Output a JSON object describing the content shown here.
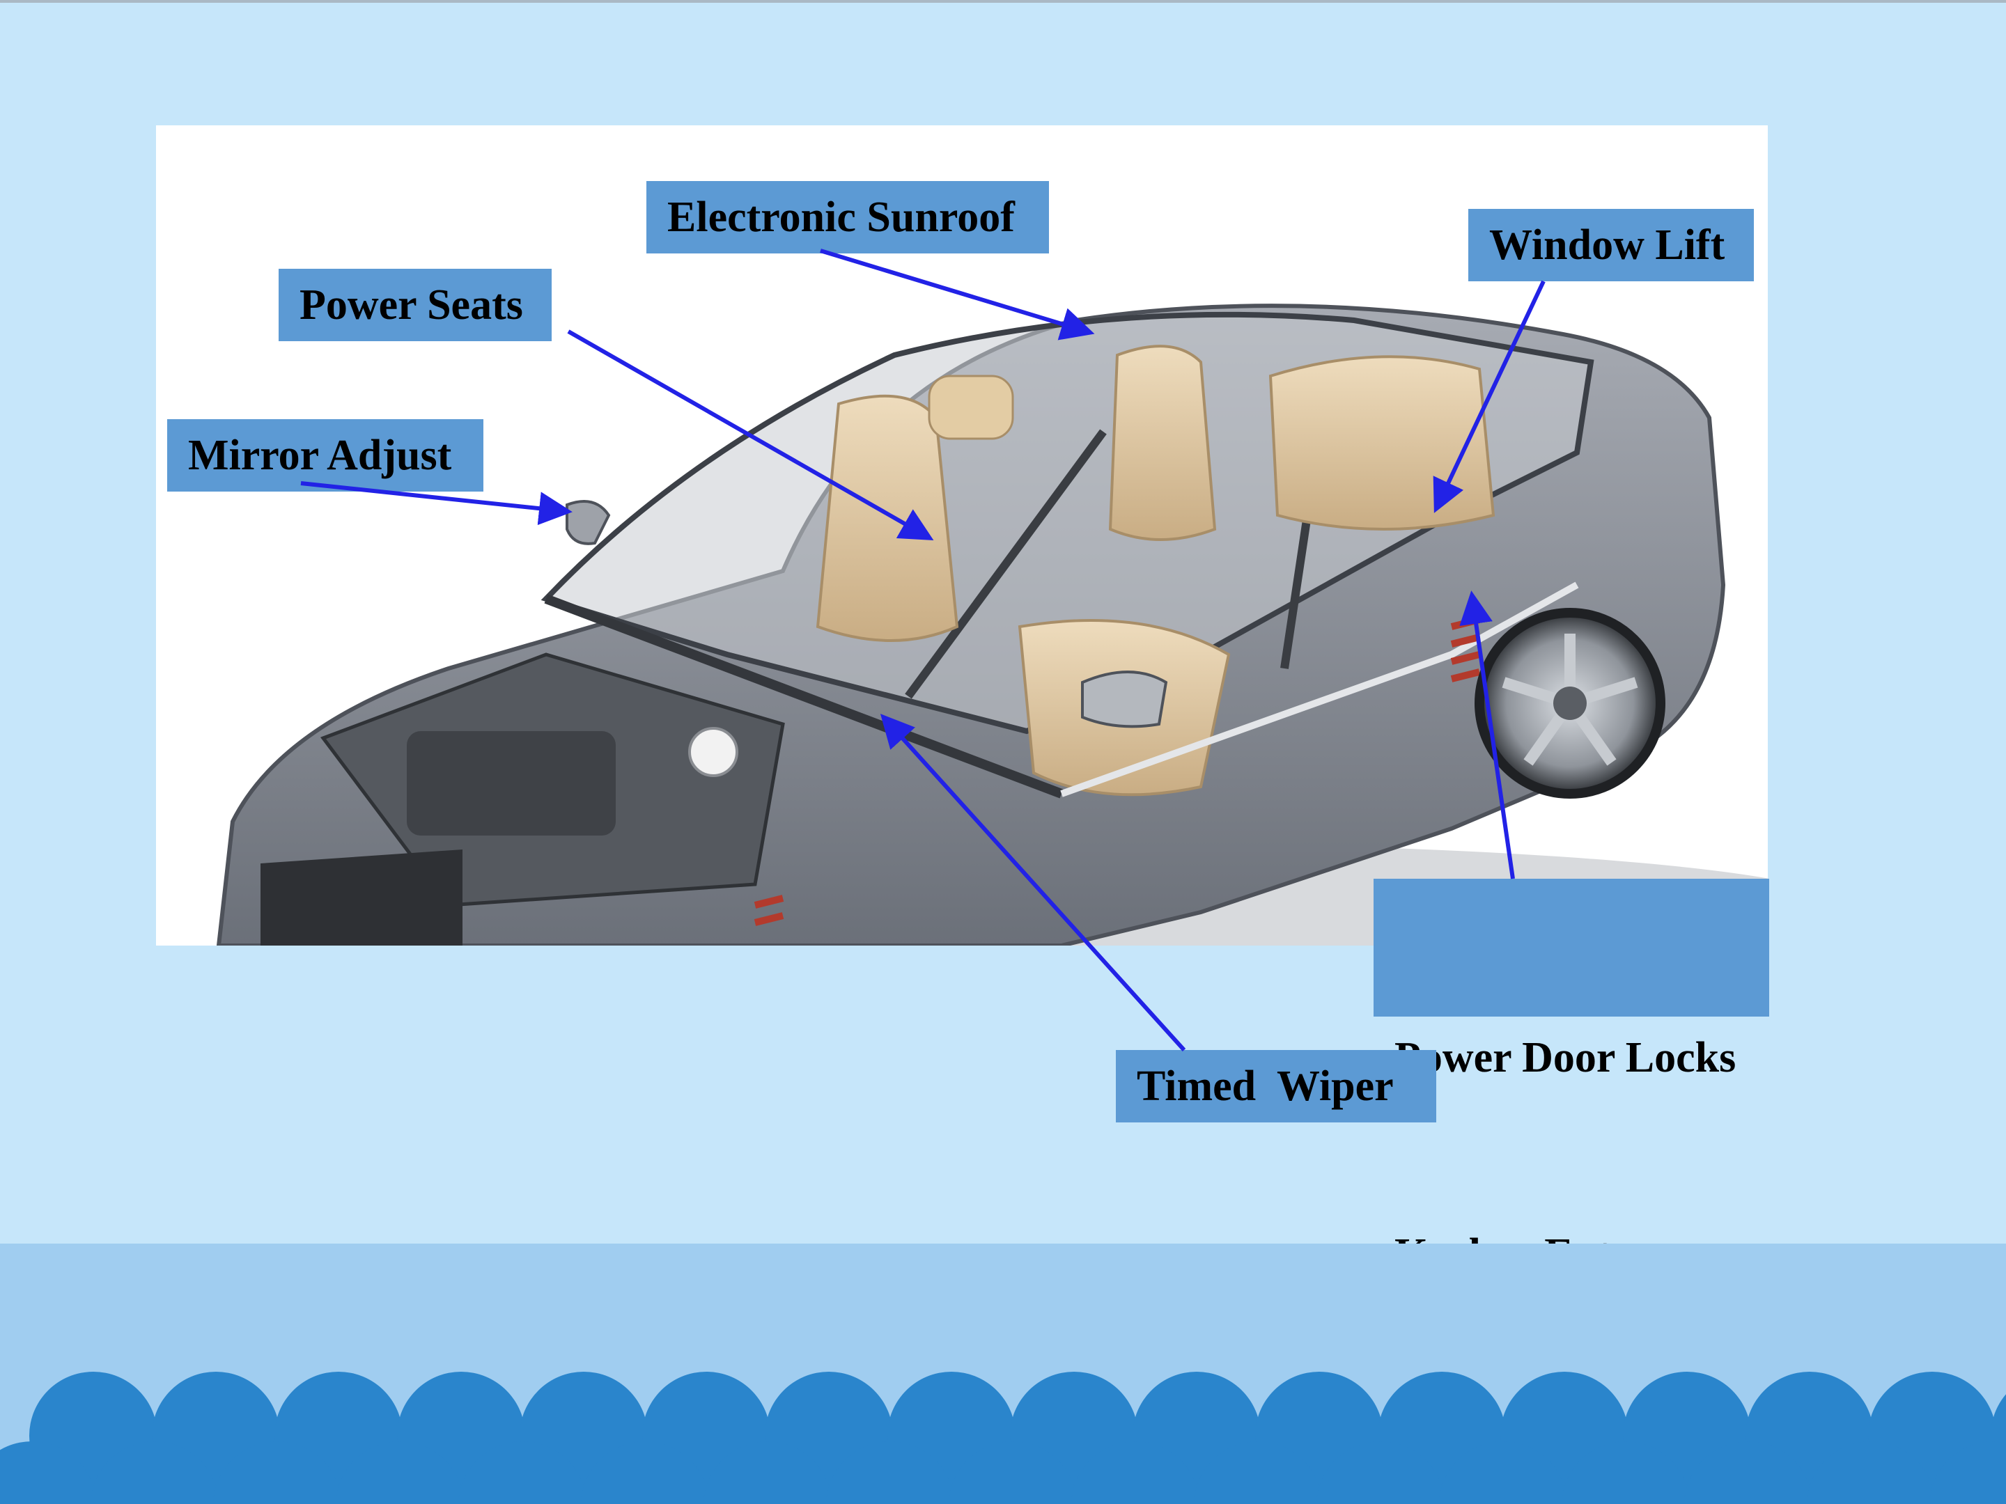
{
  "slide": {
    "callouts": {
      "electronic_sunroof": "Electronic Sunroof",
      "power_seats": "Power Seats",
      "mirror_adjust": "Mirror Adjust",
      "window_lift": "Window Lift",
      "power_door_locks": "Power Door Locks",
      "keyless_entry": "Keyless Entry",
      "timed_wiper": "Timed  Wiper"
    }
  },
  "colors": {
    "slide_background": "#c6e6fa",
    "label_fill": "#5c9ad4",
    "arrow": "#2222e6",
    "footer_band": "#a0cdf0",
    "scallop": "#2a85cc"
  }
}
